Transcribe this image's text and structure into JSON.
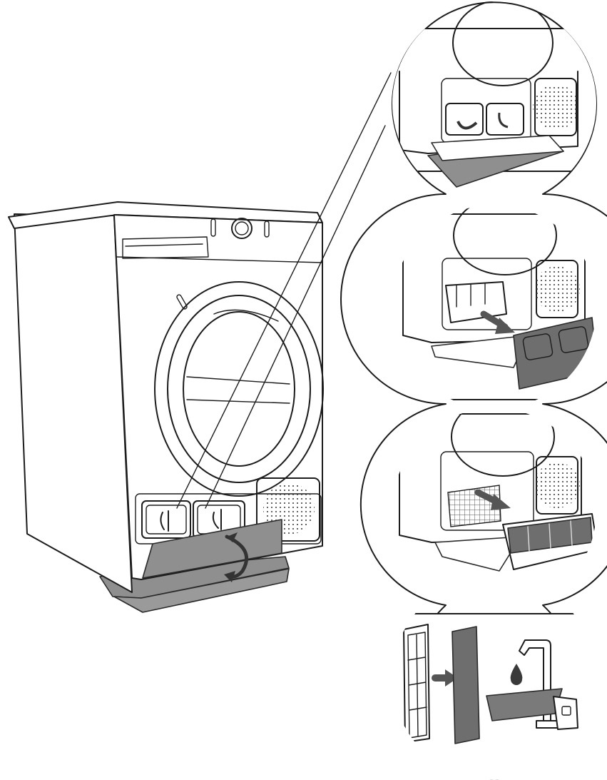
{
  "colors": {
    "line": "#1c1c1c",
    "panel_grey": "#8f8f8f",
    "dark_grey": "#6e6e6e",
    "arrow": "#555555",
    "background": "#ffffff"
  },
  "figure": {
    "steps": [
      {
        "name": "open-filter-door"
      },
      {
        "name": "remove-door-filter"
      },
      {
        "name": "remove-base-filter"
      },
      {
        "name": "rinse-filters"
      }
    ],
    "icons": [
      "rotate-arrow-icon",
      "pull-arrow-icon",
      "push-arrow-icon",
      "water-drop-icon",
      "faucet-icon"
    ]
  }
}
